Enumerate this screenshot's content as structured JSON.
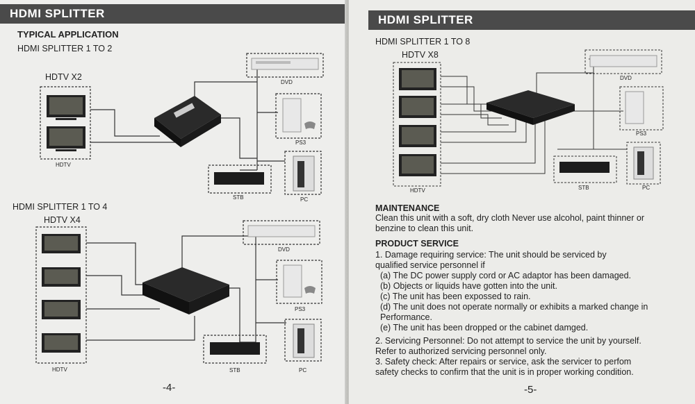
{
  "left": {
    "header": "HDMI SPLITTER",
    "section_title": "TYPICAL APPLICATION",
    "fig1_title": "HDMI SPLITTER 1 TO 2",
    "fig1_tv": "HDTV X2",
    "fig2_title": "HDMI SPLITTER 1 TO 4",
    "fig2_tv": "HDTV X4",
    "labels": {
      "dvd": "DVD",
      "ps3": "PS3",
      "stb": "STB",
      "pc": "PC",
      "hdtv": "HDTV"
    },
    "page_number": "-4-"
  },
  "right": {
    "header": "HDMI SPLITTER",
    "fig_title": "HDMI SPLITTER 1 TO 8",
    "fig_tv": "HDTV X8",
    "labels": {
      "dvd": "DVD",
      "ps3": "PS3",
      "stb": "STB",
      "pc": "PC",
      "hdtv": "HDTV"
    },
    "maintenance_title": "MAINTENANCE",
    "maintenance_text_1": "Clean this unit with a soft, dry cloth Never use alcohol, paint thinner or",
    "maintenance_text_2": "benzine to clean this unit.",
    "product_service_title": "PRODUCT SERVICE",
    "ps_lines": [
      "1. Damage requiring service: The unit should be serviced by",
      "qualified service personnel if",
      "  (a) The DC power supply cord or AC adaptor has been damaged.",
      "  (b) Objects or liquids have gotten into the unit.",
      "  (c) The unit has been expossed to rain.",
      "  (d) The unit does not operate normally or exhibits a marked change in",
      "  Performance.",
      "  (e) The unit has been dropped or the cabinet damged.",
      "2. Servicing Personnel: Do not attempt to service the unit by yourself.",
      "Refer to authorized servicing personnel only.",
      "3. Safety check: After repairs or service, ask the servicer to perfom",
      "safety checks to confirm that the unit is in proper working condition."
    ],
    "page_number": "-5-"
  }
}
